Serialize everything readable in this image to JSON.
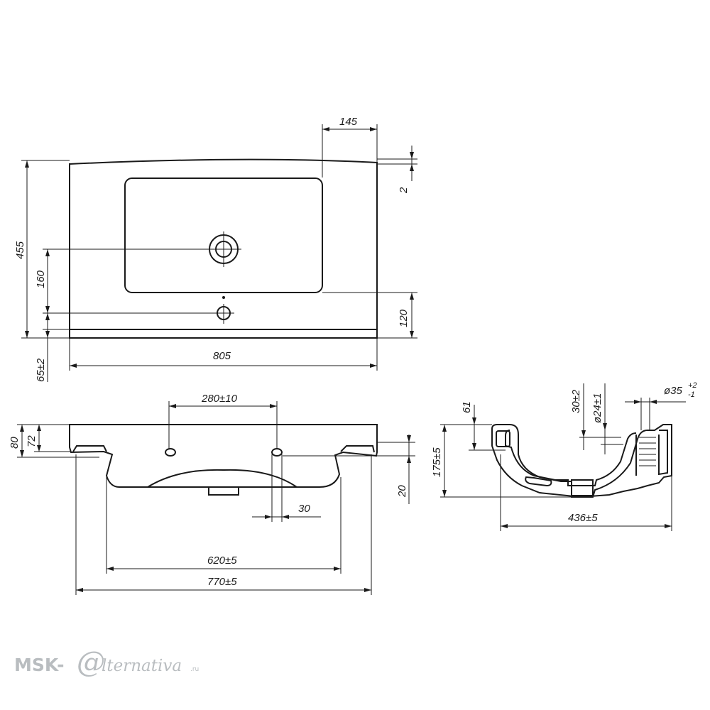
{
  "top_view": {
    "dims": {
      "offset_145": "145",
      "gap_2": "2",
      "depth_455": "455",
      "hole_160": "160",
      "front_120": "120",
      "lip_65": "65±2",
      "width_805": "805"
    }
  },
  "front_view": {
    "dims": {
      "holes_280": "280±10",
      "height_80": "80",
      "height_72": "72",
      "offset_20": "20",
      "hole_30": "30",
      "width_620": "620±5",
      "width_770": "770±5"
    }
  },
  "section_view": {
    "dims": {
      "depth_61": "61",
      "drain_30": "30±2",
      "drain_d24": "ø24±1",
      "overflow_d35": "ø35",
      "overflow_tol_plus": "+2",
      "overflow_tol_minus": "-1",
      "height_175": "175±5",
      "depth_436": "436±5"
    }
  },
  "watermark": {
    "brand": "MSK-",
    "at_sign": "@",
    "rest": "lternativa",
    "tld": ".ru"
  }
}
